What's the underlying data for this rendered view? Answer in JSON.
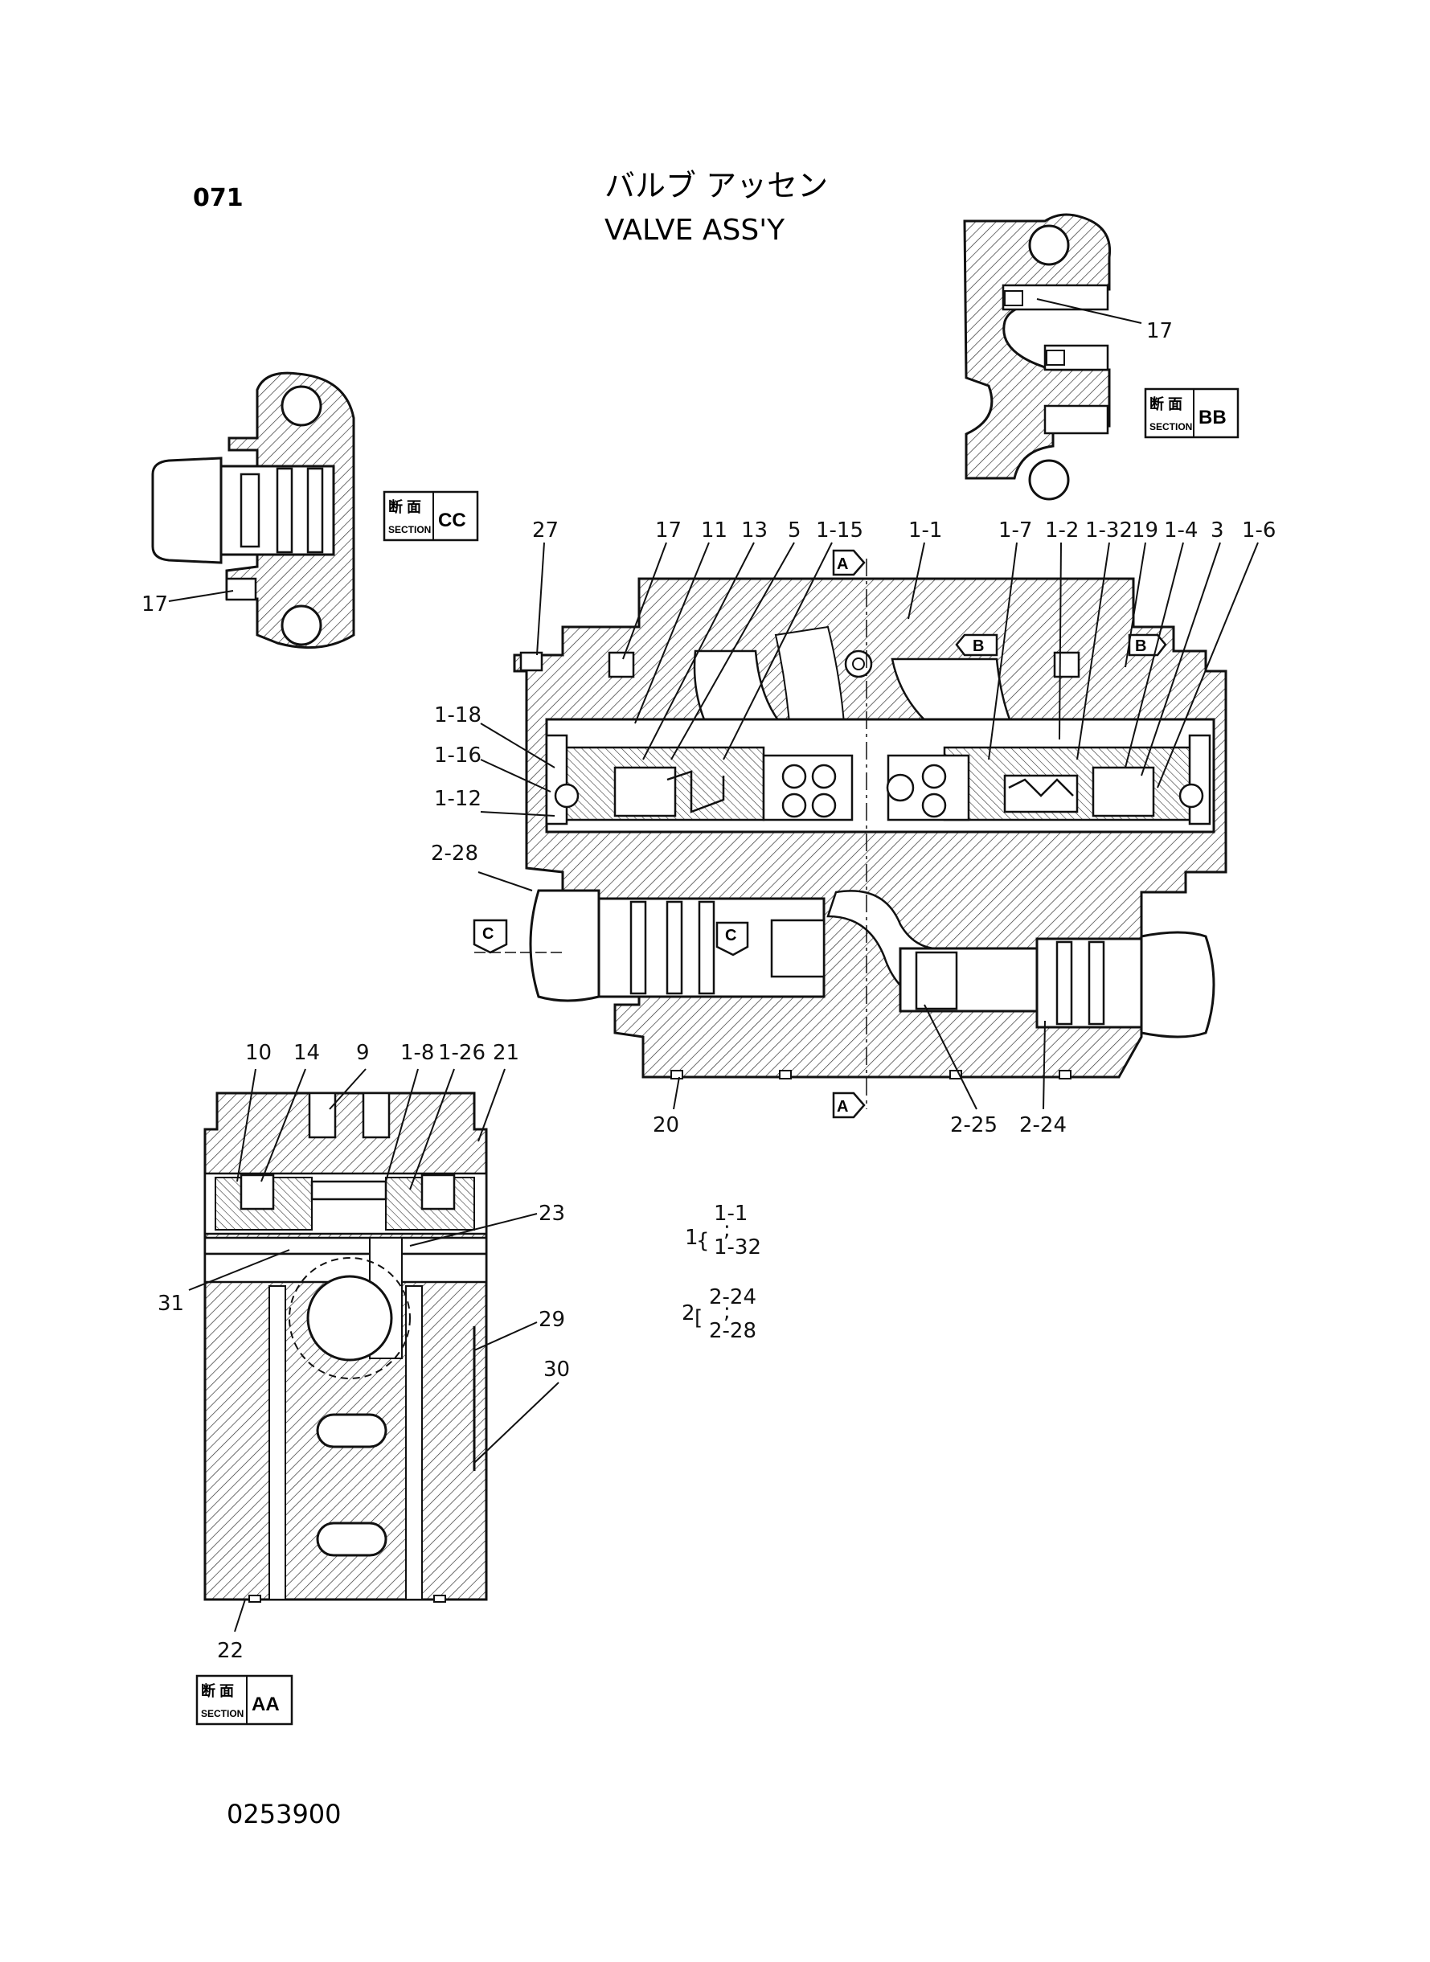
{
  "header": {
    "page_number": "071",
    "title_jp": "バルブ アッセン",
    "title_en": "VALVE ASS'Y"
  },
  "footer": {
    "drawing_number": "0253900"
  },
  "sections": {
    "bb": {
      "kanji": "断 面",
      "section_word": "SECTION",
      "letters": "BB"
    },
    "cc": {
      "kanji": "断 面",
      "section_word": "SECTION",
      "letters": "CC"
    },
    "aa": {
      "kanji": "断 面",
      "section_word": "SECTION",
      "letters": "AA"
    }
  },
  "cut_markers": {
    "a_top": "A",
    "a_bottom": "A",
    "b_left": "B",
    "b_right": "B",
    "c_left": "C",
    "c_right": "C"
  },
  "part_labels": {
    "bb_17": "17",
    "cc_17": "17",
    "p27": "27",
    "p17": "17",
    "p11": "11",
    "p13": "13",
    "p5": "5",
    "p1_15": "1-15",
    "p1_1": "1-1",
    "p1_7": "1-7",
    "p1_2": "1-2",
    "p1_32": "1-32",
    "p19": "19",
    "p1_4": "1-4",
    "p3": "3",
    "p1_6": "1-6",
    "p1_18": "1-18",
    "p1_16": "1-16",
    "p1_12": "1-12",
    "p2_28": "2-28",
    "p20": "20",
    "p2_25": "2-25",
    "p2_24": "2-24",
    "p10": "10",
    "p14": "14",
    "p9": "9",
    "p1_8": "1-8",
    "p1_26": "1-26",
    "p21": "21",
    "p23": "23",
    "p31": "31",
    "p29": "29",
    "p30": "30",
    "p22": "22"
  },
  "legend": {
    "group1": {
      "key": "1",
      "first": "1-1",
      "dots": ";",
      "last": "1-32"
    },
    "group2": {
      "key": "2",
      "first": "2-24",
      "dots": ";",
      "last": "2-28"
    }
  }
}
